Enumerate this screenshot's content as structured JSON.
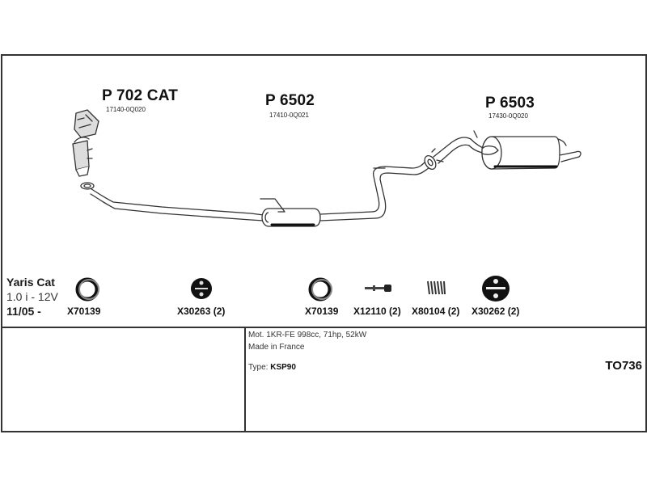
{
  "parts": [
    {
      "number": "P 702 CAT",
      "oem": "17140-0Q020",
      "name": "catalytic-converter"
    },
    {
      "number": "P 6502",
      "oem": "17410-0Q021",
      "name": "middle-silencer"
    },
    {
      "number": "P 6503",
      "oem": "17430-0Q020",
      "name": "rear-silencer"
    }
  ],
  "accessories": [
    {
      "code": "X70139",
      "icon": "ring-gasket-icon"
    },
    {
      "code": "X30263 (2)",
      "icon": "rubber-hanger-icon"
    },
    {
      "code": "X70139",
      "icon": "ring-gasket-icon"
    },
    {
      "code": "X12110 (2)",
      "icon": "bolt-icon"
    },
    {
      "code": "X80104 (2)",
      "icon": "spring-icon"
    },
    {
      "code": "X30262 (2)",
      "icon": "rubber-hanger-icon"
    }
  ],
  "vehicle": {
    "model": "Yaris Cat",
    "engine": "1.0 i - 12V",
    "date": "11/05 -"
  },
  "notes": {
    "motor": "Mot. 1KR-FE 998cc, 71hp, 52kW",
    "origin": "Made in France",
    "type_label": "Type:",
    "type_value": "KSP90"
  },
  "system_code": "TO736",
  "colors": {
    "line": "#333333",
    "fill": "#ffffff",
    "shade": "#8a8a8a"
  }
}
